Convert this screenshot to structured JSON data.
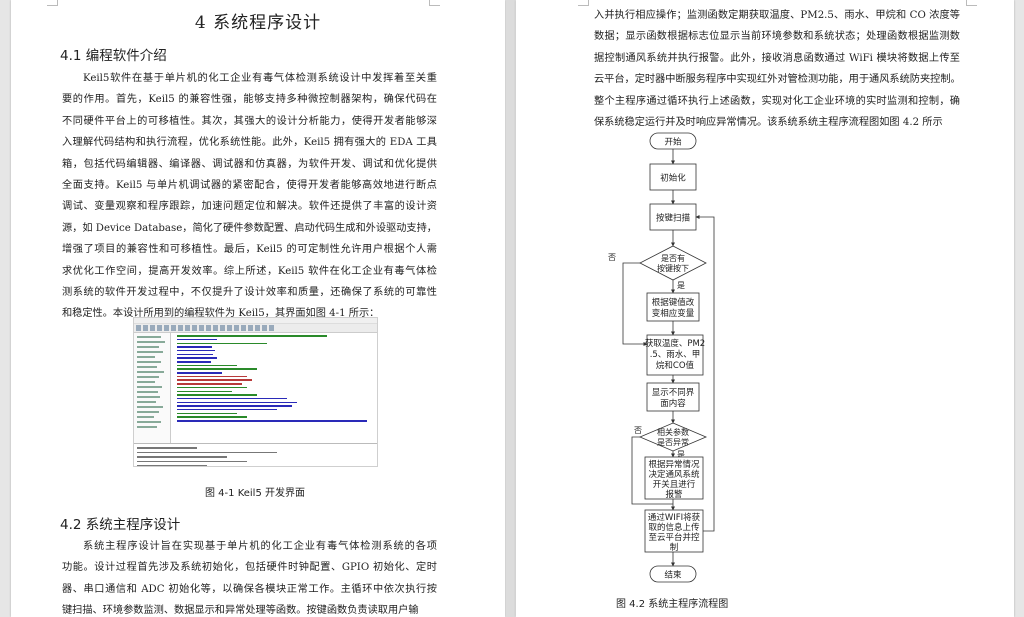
{
  "left_page": {
    "chapter_title": "4  系统程序设计",
    "section1_title": "4.1  编程软件介绍",
    "para1_lines": [
      "Keil5软件在基于单片机的化工企业有毒气体检测系统设计中发挥着至关重",
      "要的作用。首先，Keil5 的兼容性强，能够支持多种微控制器架构，确保代码在",
      "不同硬件平台上的可移植性。其次，其强大的设计分析能力，使得开发者能够深",
      "入理解代码结构和执行流程，优化系统性能。此外，Keil5 拥有强大的 EDA 工具",
      "箱，包括代码编辑器、编译器、调试器和仿真器，为软件开发、调试和优化提供",
      "全面支持。Keil5 与单片机调试器的紧密配合，使得开发者能够高效地进行断点",
      "调试、变量观察和程序跟踪，加速问题定位和解决。软件还提供了丰富的设计资",
      "源，如 Device Database，简化了硬件参数配置、启动代码生成和外设驱动支持，",
      "增强了项目的兼容性和可移植性。最后，Keil5 的可定制性允许用户根据个人需",
      "求优化工作空间，提高开发效率。综上所述，Keil5 软件在化工企业有毒气体检",
      "测系统的软件开发过程中，不仅提升了设计效率和质量，还确保了系统的可靠性",
      "和稳定性。本设计所用到的编程软件为 Keil5，其界面如图 4-1 所示："
    ],
    "figure1_caption": "图 4-1 Keil5 开发界面",
    "section2_title": "4.2  系统主程序设计",
    "para2_lines": [
      "系统主程序设计旨在实现基于单片机的化工企业有毒气体检测系统的各项",
      "功能。设计过程首先涉及系统初始化，包括硬件时钟配置、GPIO 初始化、定时",
      "器、串口通信和 ADC 初始化等，以确保各模块正常工作。主循环中依次执行按",
      "键扫描、环境参数监测、数据显示和异常处理等函数。按键函数负责读取用户输"
    ]
  },
  "right_page": {
    "para_lines": [
      "入并执行相应操作；监测函数定期获取温度、PM2.5、雨水、甲烷和 CO 浓度等",
      "数据；显示函数根据标志位显示当前环境参数和系统状态；处理函数根据监测数",
      "据控制通风系统并执行报警。此外，接收消息函数通过 WiFi 模块将数据上传至",
      "云平台，定时器中断服务程序中实现红外对管检测功能，用于通风系统防夹控制。",
      "整个主程序通过循环执行上述函数，实现对化工企业环境的实时监测和控制，确",
      "保系统稳定运行并及时响应异常情况。该系统系统主程序流程图如图 4.2 所示"
    ],
    "flowchart": {
      "start": "开始",
      "init": "初始化",
      "scan": "按键扫描",
      "key_q": [
        "是否有",
        "按键按下"
      ],
      "key_yes": "是",
      "key_no": "否",
      "change": [
        "根据键值改",
        "变相应变量"
      ],
      "acquire": [
        "获取温度、PM2",
        ".5、雨水、甲",
        "烷和CO值"
      ],
      "display": [
        "显示不同界",
        "面内容"
      ],
      "abn_q": [
        "相关参数",
        "是否异常"
      ],
      "abn_yes": "是",
      "abn_no": "否",
      "decide": [
        "根据异常情况",
        "决定通风系统",
        "开关且进行",
        "报警"
      ],
      "upload": [
        "通过WIFI将获",
        "取的信息上传",
        "至云平台并控",
        "制"
      ],
      "end": "结束"
    },
    "figure2_caption": "图 4.2 系统主程序流程图"
  }
}
